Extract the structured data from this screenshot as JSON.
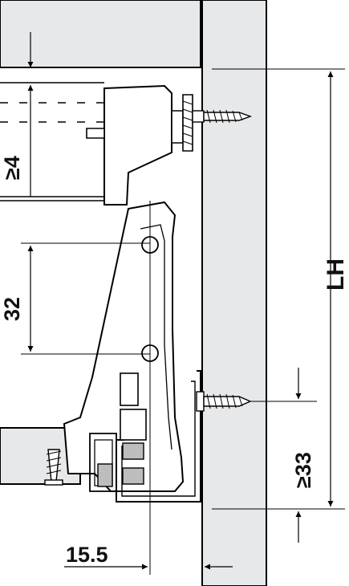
{
  "colors": {
    "panel": "#e7e8ea",
    "line": "#000000",
    "part_fill": "#ffffff",
    "bolt": "#bdbdbd"
  },
  "dimensions": {
    "gap_top": "≥4",
    "hole_spacing": "32",
    "lh": "LH",
    "screw_height": "≥33",
    "setback": "15.5"
  }
}
